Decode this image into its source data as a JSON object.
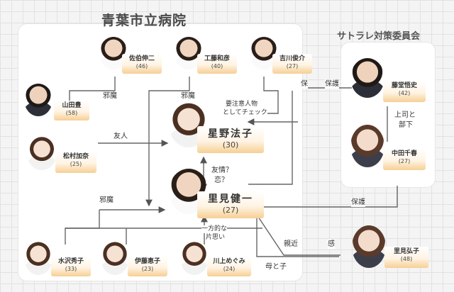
{
  "titles": {
    "main": "青葉市立病院",
    "right": "サトラレ対策委員会"
  },
  "people": {
    "saeki": {
      "name": "佐伯伸二",
      "age": "(46)"
    },
    "kudo": {
      "name": "工藤和彦",
      "age": "(40)"
    },
    "yoshikawa": {
      "name": "吉川俊介",
      "age": "(27)"
    },
    "yamada": {
      "name": "山田豊",
      "age": "(58)"
    },
    "hoshino": {
      "name": "星野法子",
      "age": "(30)"
    },
    "matsumura": {
      "name": "松村加奈",
      "age": "(25)"
    },
    "satomi_kenichi": {
      "name": "里見健一",
      "age": "(27)"
    },
    "mizusawa": {
      "name": "水沢秀子",
      "age": "(33)"
    },
    "ito": {
      "name": "伊藤恵子",
      "age": "(23)"
    },
    "kawakami": {
      "name": "川上めぐみ",
      "age": "(24)"
    },
    "todo": {
      "name": "藤堂悟史",
      "age": "(42)"
    },
    "nakata": {
      "name": "中田千春",
      "age": "(27)"
    },
    "satomi_hiroko": {
      "name": "里見弘子",
      "age": "(48)"
    }
  },
  "relations": {
    "jama1": "邪魔",
    "jama2": "邪魔",
    "jama3": "邪魔",
    "yuujin": "友人",
    "caution_line1": "要注意人物",
    "caution_line2": "としてチェック",
    "yuujou_line1": "友情？",
    "yuujou_line2": "恋？",
    "kataomoi_line1": "一方的な",
    "kataomoi_line2": "片思い",
    "joushi_line1": "上司と",
    "joushi_line2": "部下",
    "hogo_bottom": "保護",
    "hogo_top_a": "保",
    "hogo_top_b": "保護",
    "shinkin_a": "親近",
    "shinkin_b": "感",
    "hahatoko": "母と子"
  }
}
